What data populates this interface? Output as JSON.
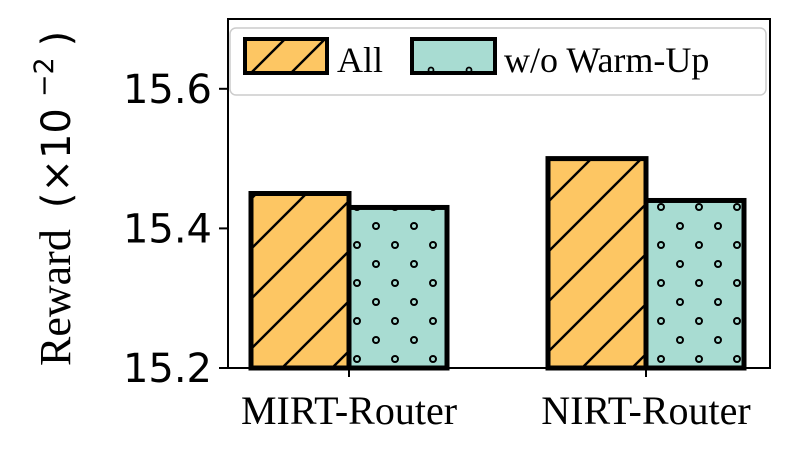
{
  "chart_data": {
    "type": "bar",
    "categories": [
      "MIRT-Router",
      "NIRT-Router"
    ],
    "series": [
      {
        "name": "All",
        "values": [
          15.45,
          15.5
        ],
        "color": "#FDC663",
        "hatch": "diagonal"
      },
      {
        "name": "w/o Warm-Up",
        "values": [
          15.43,
          15.44
        ],
        "color": "#A8DCD2",
        "hatch": "dots"
      }
    ],
    "ylabel": "Reward",
    "ylabel_suffix": "(×10",
    "ylabel_exponent": "−2",
    "ylabel_close": ")",
    "yticks": [
      15.2,
      15.4,
      15.6
    ],
    "ytick_labels": [
      "15.2",
      "15.4",
      "15.6"
    ],
    "ylim": [
      15.2,
      15.7
    ],
    "grid": false,
    "legend_position": "top-right"
  }
}
